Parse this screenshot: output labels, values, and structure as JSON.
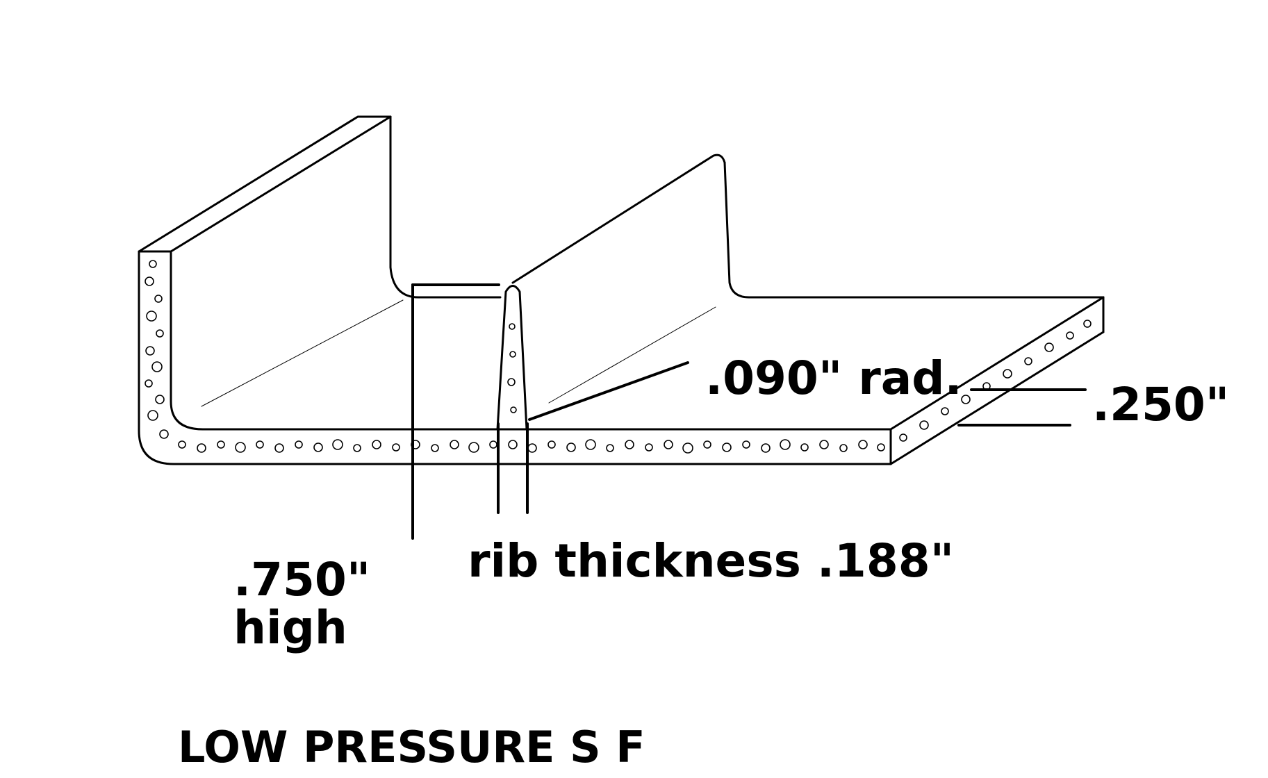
{
  "labels": {
    "radius": ".090\" rad.",
    "wall_thickness": ".250\"",
    "rib_thickness": "rib thickness .188\"",
    "rib_height_value": ".750\"",
    "rib_height_unit": "high",
    "title": "LOW PRESSURE S F"
  },
  "colors": {
    "ink": "#000000",
    "paper": "#ffffff"
  }
}
